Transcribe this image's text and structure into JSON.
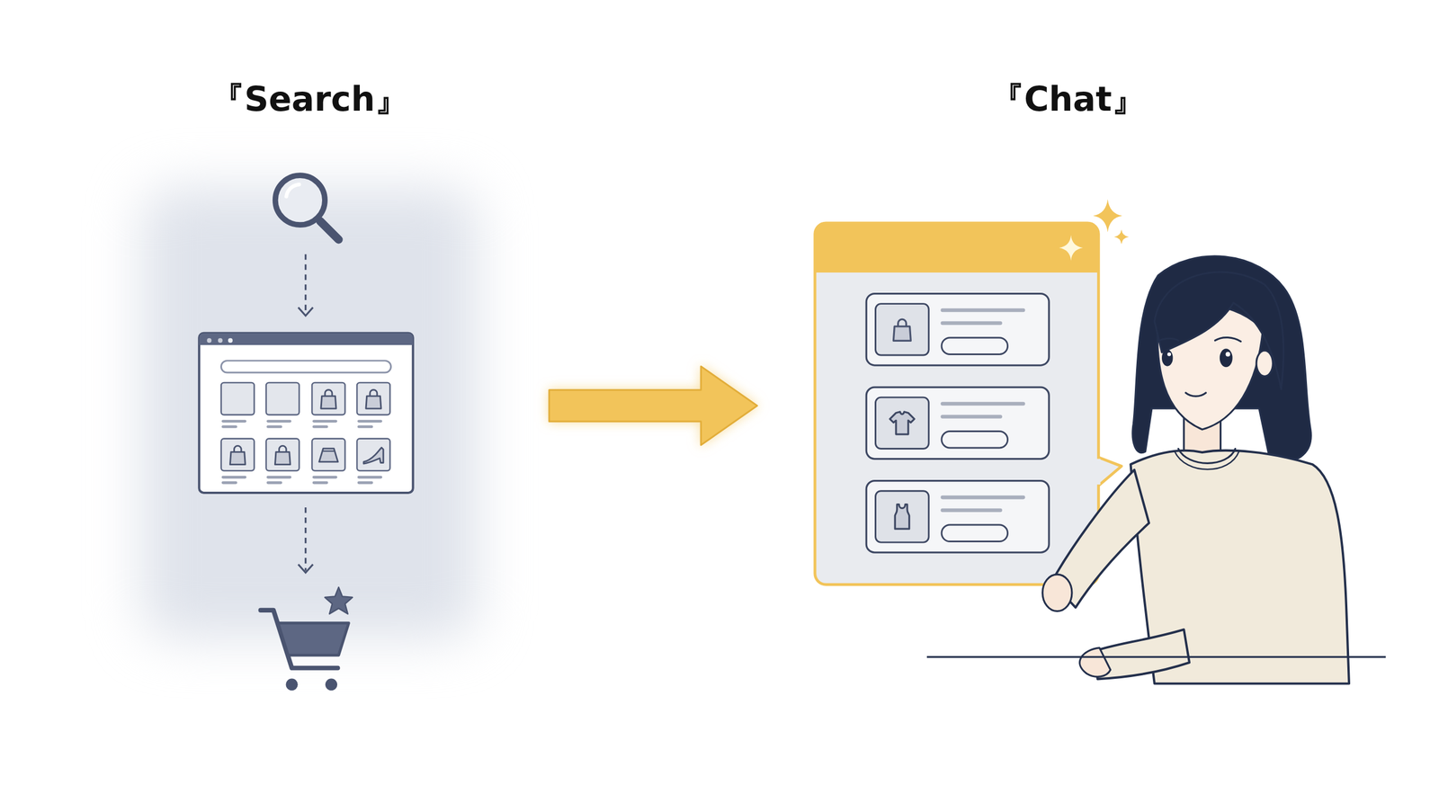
{
  "diagram": {
    "nodes": [
      {
        "text": [
          "『Search』"
        ]
      },
      {
        "text": [
          "『Chat』"
        ]
      }
    ],
    "edges": [
      {
        "from": 0,
        "to": 1,
        "arrow": "to"
      }
    ]
  }
}
